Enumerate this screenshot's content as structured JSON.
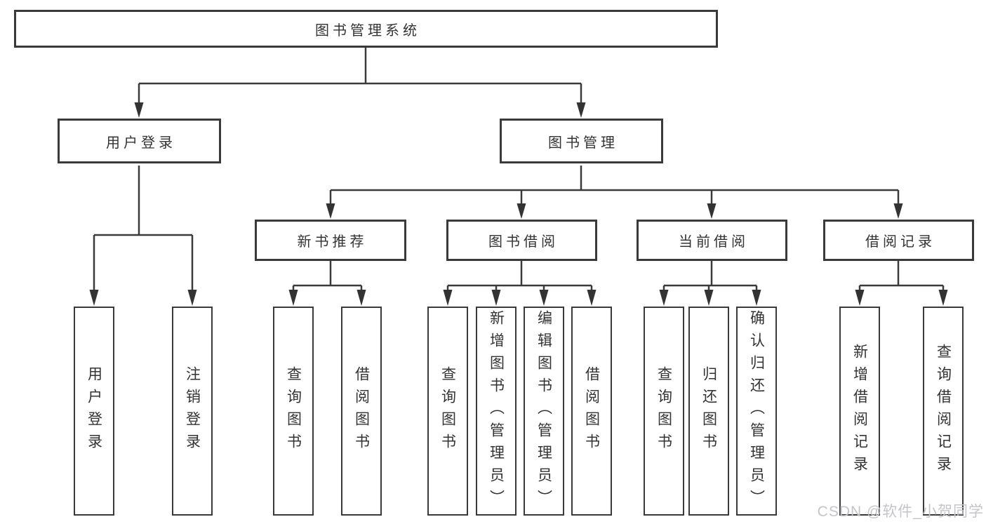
{
  "diagram_title": "图书管理系统",
  "tree": {
    "label": "图书管理系统",
    "children": [
      {
        "label": "用户登录",
        "children": [
          {
            "label": "用户登录"
          },
          {
            "label": "注销登录"
          }
        ]
      },
      {
        "label": "图书管理",
        "children": [
          {
            "label": "新书推荐",
            "children": [
              {
                "label": "查询图书"
              },
              {
                "label": "借阅图书"
              }
            ]
          },
          {
            "label": "图书借阅",
            "children": [
              {
                "label": "查询图书"
              },
              {
                "label": "新增图书（管理员）"
              },
              {
                "label": "编辑图书（管理员）"
              },
              {
                "label": "借阅图书"
              }
            ]
          },
          {
            "label": "当前借阅",
            "children": [
              {
                "label": "查询图书"
              },
              {
                "label": "归还图书"
              },
              {
                "label": "确认归还（管理员）"
              }
            ]
          },
          {
            "label": "借阅记录",
            "children": [
              {
                "label": "新增借阅记录"
              },
              {
                "label": "查询借阅记录"
              }
            ]
          }
        ]
      }
    ]
  },
  "watermark": {
    "text": "CSDN @软件_小贺同学"
  },
  "colors": {
    "line": "#3a3a3a",
    "box_border": "#3a3a3a",
    "box_fill": "#ffffff",
    "text": "#333333",
    "watermark": "#c5c4c9",
    "background": "#ffffff"
  }
}
